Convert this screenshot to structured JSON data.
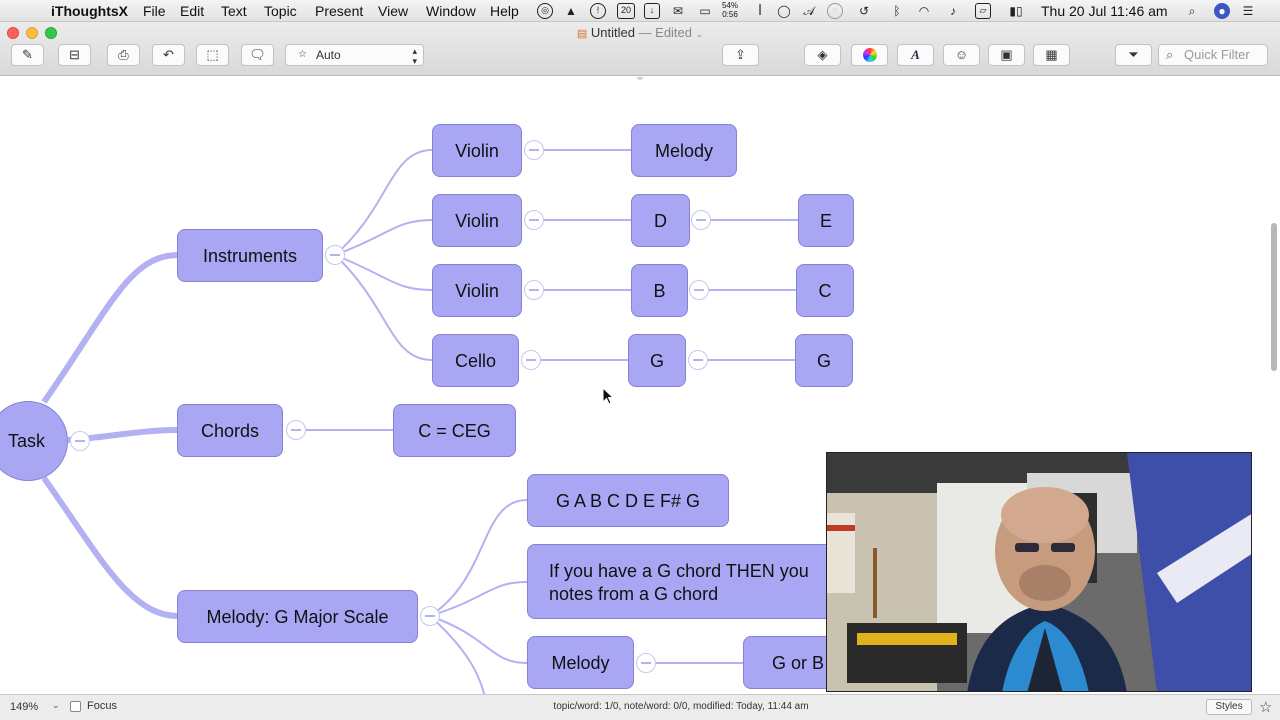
{
  "menubar": {
    "apple": "",
    "app_name": "iThoughtsX",
    "items": [
      "File",
      "Edit",
      "Text",
      "Topic",
      "Present",
      "View",
      "Window",
      "Help"
    ],
    "calendar_day": "20",
    "battery_percent": "54%",
    "battery_time": "0:56",
    "clock": "Thu 20 Jul  11:46 am"
  },
  "window": {
    "title": "Untitled",
    "edited": " — Edited"
  },
  "toolbar": {
    "auto_label": "Auto",
    "quick_filter_placeholder": "Quick Filter"
  },
  "mindmap": {
    "root": "Task",
    "nodes": {
      "instruments": "Instruments",
      "violin1": "Violin",
      "melody1": "Melody",
      "violin2": "Violin",
      "d": "D",
      "e": "E",
      "violin3": "Violin",
      "b": "B",
      "c": "C",
      "cello": "Cello",
      "g1": "G",
      "g2": "G",
      "chords": "Chords",
      "ceg": "C = CEG",
      "melody_scale": "Melody: G Major Scale",
      "scale_notes": "G A B C D E F# G",
      "if_g_chord": "If you have a G chord THEN you\nnotes from a G chord",
      "melody2": "Melody",
      "g_or_b": "G or B"
    }
  },
  "status": {
    "zoom": "149%",
    "focus_label": "Focus",
    "info": "topic/word: 1/0, note/word: 0/0, modified: Today, 11:44 am",
    "styles_label": "Styles"
  },
  "colors": {
    "node_fill": "#a9a7f4",
    "node_border": "#8582d6",
    "branch": "#b3b1f2"
  }
}
